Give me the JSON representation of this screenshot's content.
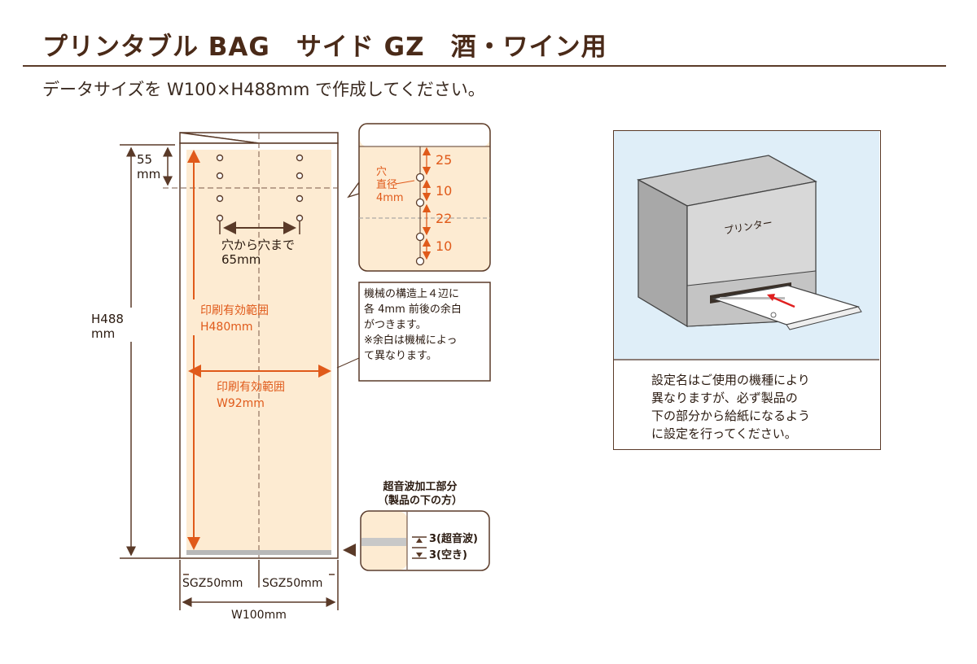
{
  "header": {
    "title": "プリンタブル BAG　サイド GZ　酒・ワイン用",
    "subtitle": "データサイズを W100×H488mm で作成してください。"
  },
  "bag": {
    "top_dim": "55\nmm",
    "height_dim": "H488\nmm",
    "hole_spacing": "穴から穴まで\n65mm",
    "print_area_h": "印刷有効範囲\nH480mm",
    "print_area_w": "印刷有効範囲\nW92mm",
    "gusset_left": "SGZ50mm",
    "gusset_right": "SGZ50mm",
    "total_width": "W100mm"
  },
  "hole_detail": {
    "hole_label": "穴\n直径\n4mm",
    "dims": [
      "25",
      "10",
      "22",
      "10"
    ]
  },
  "note": {
    "text": "機械の構造上４辺に\n各 4mm 前後の余白\nがつきます。\n※余白は機械によっ\nて異なります。"
  },
  "ultrasonic": {
    "title": "超音波加工部分\n（製品の下の方）",
    "seal": "3(超音波)",
    "gap": "3(空き)"
  },
  "printer_panel": {
    "printer_label": "プリンター",
    "caption": "設定名はご使用の機種により\n異なりますが、必ず製品の\n下の部分から給紙になるよう\nに設定を行ってください。"
  },
  "colors": {
    "accent": "#e05a1a",
    "bag_fill": "#fdebd2",
    "line": "#5a3a28",
    "panel_bg": "#dfeef8"
  }
}
